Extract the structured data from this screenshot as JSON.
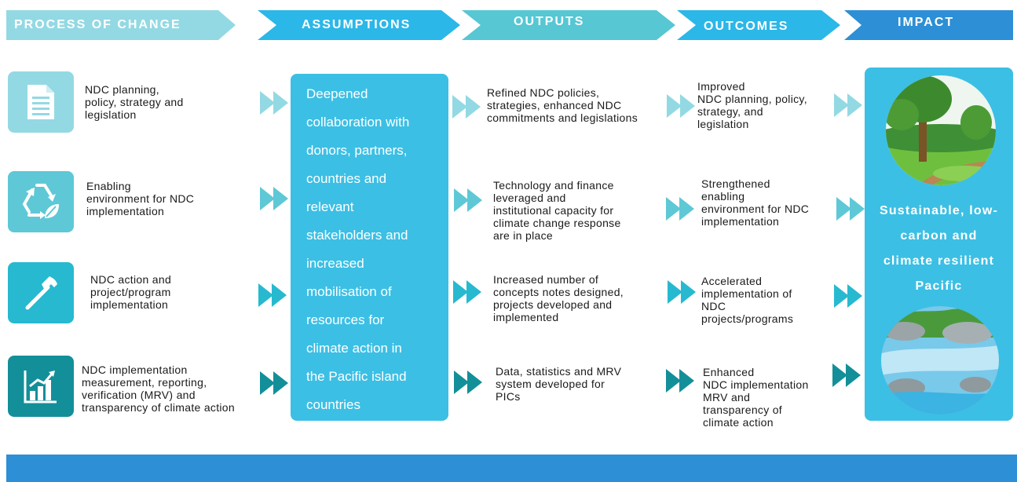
{
  "headers": {
    "process": "PROCESS OF CHANGE",
    "assumptions": "ASSUMPTIONS",
    "outputs": "OUTPUTS",
    "outcomes": "OUTCOMES",
    "impact": "IMPACT"
  },
  "rows": [
    {
      "icon": "document-icon",
      "process": "NDC planning,\npolicy, strategy and\nlegislation",
      "output": "Refined NDC policies,\nstrategies, enhanced NDC\ncommitments and legislations",
      "outcome": "Improved\nNDC planning, policy,\nstrategy, and\nlegislation"
    },
    {
      "icon": "recycle-leaf-icon",
      "process": "Enabling\nenvironment for NDC\nimplementation",
      "output": "Technology and finance\nleveraged and\ninstitutional capacity for\nclimate change response\nare in place",
      "outcome": "Strengthened\nenabling\nenvironment for NDC\nimplementation"
    },
    {
      "icon": "hammer-icon",
      "process": "NDC action and\nproject/program\nimplementation",
      "output": "Increased number of\nconcepts notes designed,\nprojects developed and\nimplemented",
      "outcome": "Accelerated\nimplementation of\nNDC\nprojects/programs"
    },
    {
      "icon": "bar-chart-icon",
      "process": "NDC implementation\nmeasurement, reporting,\nverification (MRV) and\ntransparency of climate action",
      "output": "Data, statistics and MRV\nsystem developed for\nPICs",
      "outcome": "Enhanced\nNDC implementation\nMRV and\ntransparency of\nclimate  action"
    }
  ],
  "assumptions_text": "Deepened\ncollaboration with\ndonors, partners,\ncountries and\nrelevant\nstakeholders  and\nincreased\nmobilisation of\nresources for\n climate action in\nthe Pacific island\ncountries",
  "impact_text": "Sustainable, low-\ncarbon and\nclimate resilient\nPacific",
  "colors": {
    "header_process": "#93d9e3",
    "header_assumptions": "#2bb7e8",
    "header_outputs": "#56c7d3",
    "header_outcomes": "#2bb7e8",
    "header_impact": "#2d8fd5",
    "row_icon_1": "#93d9e3",
    "row_icon_2": "#5ec8d6",
    "row_icon_3": "#27b9d0",
    "row_icon_4": "#138f99",
    "panel_blue": "#3cbfe4",
    "footer": "#2d8fd5"
  }
}
